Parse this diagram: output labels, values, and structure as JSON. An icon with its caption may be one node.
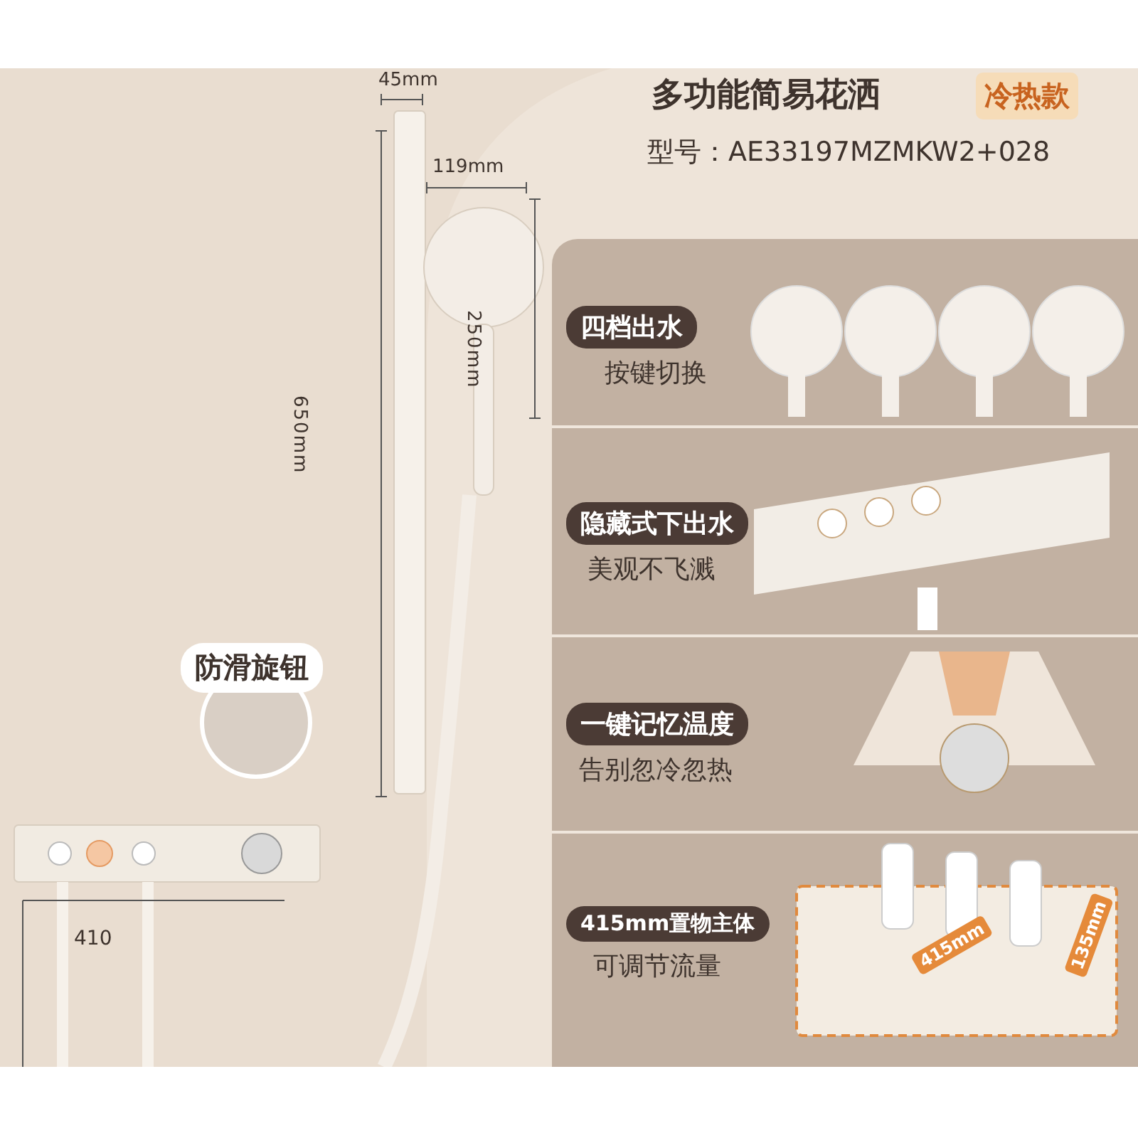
{
  "diagram": {
    "title": "多功能简易花洒",
    "labels": [
      "冷热款",
      "型号：AE33197MZMKW2+028",
      "45mm",
      "119mm",
      "650mm",
      "250mm",
      "防滑旋钮",
      "410",
      "四档出水",
      "按键切换",
      "隐藏式下出水",
      "美观不飞溅",
      "一键记忆温度",
      "告别忽冷忽热",
      "415mm置物主体",
      "可调节流量",
      "415mm",
      "135mm"
    ]
  }
}
